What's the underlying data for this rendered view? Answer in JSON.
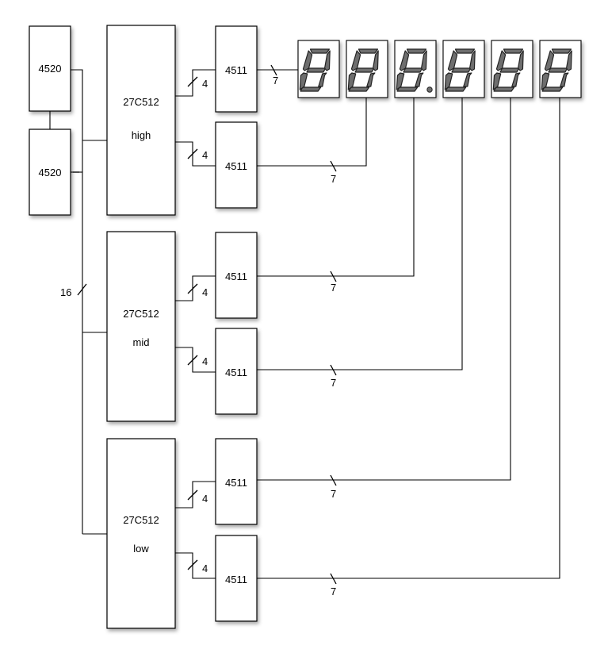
{
  "counters": [
    {
      "id": "counter-1",
      "label": "4520"
    },
    {
      "id": "counter-2",
      "label": "4520"
    }
  ],
  "address_bus_width": "16",
  "eproms": [
    {
      "id": "high",
      "part": "27C512",
      "name": "high"
    },
    {
      "id": "mid",
      "part": "27C512",
      "name": "mid"
    },
    {
      "id": "low",
      "part": "27C512",
      "name": "low"
    }
  ],
  "decoders": [
    {
      "label": "4511",
      "in_width": "4",
      "out_width": "7"
    },
    {
      "label": "4511",
      "in_width": "4",
      "out_width": "7"
    },
    {
      "label": "4511",
      "in_width": "4",
      "out_width": "7"
    },
    {
      "label": "4511",
      "in_width": "4",
      "out_width": "7"
    },
    {
      "label": "4511",
      "in_width": "4",
      "out_width": "7"
    },
    {
      "label": "4511",
      "in_width": "4",
      "out_width": "7"
    }
  ],
  "display": {
    "digit_count": 6,
    "decimal_point_after_digit": 3,
    "segment_color": "#6e6e6e"
  }
}
